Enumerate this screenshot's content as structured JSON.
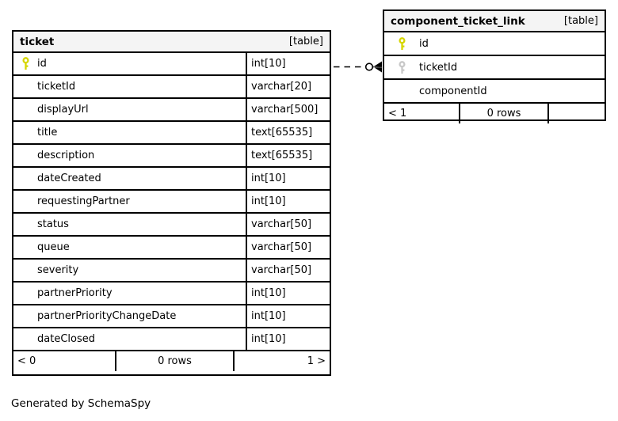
{
  "page": {
    "footer_note": "Generated by SchemaSpy"
  },
  "colors": {
    "primary_key_icon": "#d6d600",
    "foreign_key_icon": "#c8c8c8",
    "table_header_bg": "#f4f4f4",
    "border": "#000000",
    "background": "#ffffff"
  },
  "tables": [
    {
      "name": "ticket",
      "tag": "[table]",
      "columns": [
        {
          "name": "id",
          "type": "int[10]",
          "key": "primary"
        },
        {
          "name": "ticketId",
          "type": "varchar[20]",
          "key": ""
        },
        {
          "name": "displayUrl",
          "type": "varchar[500]",
          "key": ""
        },
        {
          "name": "title",
          "type": "text[65535]",
          "key": ""
        },
        {
          "name": "description",
          "type": "text[65535]",
          "key": ""
        },
        {
          "name": "dateCreated",
          "type": "int[10]",
          "key": ""
        },
        {
          "name": "requestingPartner",
          "type": "int[10]",
          "key": ""
        },
        {
          "name": "status",
          "type": "varchar[50]",
          "key": ""
        },
        {
          "name": "queue",
          "type": "varchar[50]",
          "key": ""
        },
        {
          "name": "severity",
          "type": "varchar[50]",
          "key": ""
        },
        {
          "name": "partnerPriority",
          "type": "int[10]",
          "key": ""
        },
        {
          "name": "partnerPriorityChangeDate",
          "type": "int[10]",
          "key": ""
        },
        {
          "name": "dateClosed",
          "type": "int[10]",
          "key": ""
        }
      ],
      "footer": {
        "left": "< 0",
        "center": "0 rows",
        "right": "1 >"
      }
    },
    {
      "name": "component_ticket_link",
      "tag": "[table]",
      "columns": [
        {
          "name": "id",
          "key": "primary"
        },
        {
          "name": "ticketId",
          "key": "foreign"
        },
        {
          "name": "componentId",
          "key": ""
        }
      ],
      "footer": {
        "left": "< 1",
        "center": "0 rows",
        "right": ""
      }
    }
  ],
  "relationship": {
    "from": "ticket.id",
    "to": "component_ticket_link.ticketId",
    "line_style": "dashed",
    "notation": "zero-or-many"
  }
}
